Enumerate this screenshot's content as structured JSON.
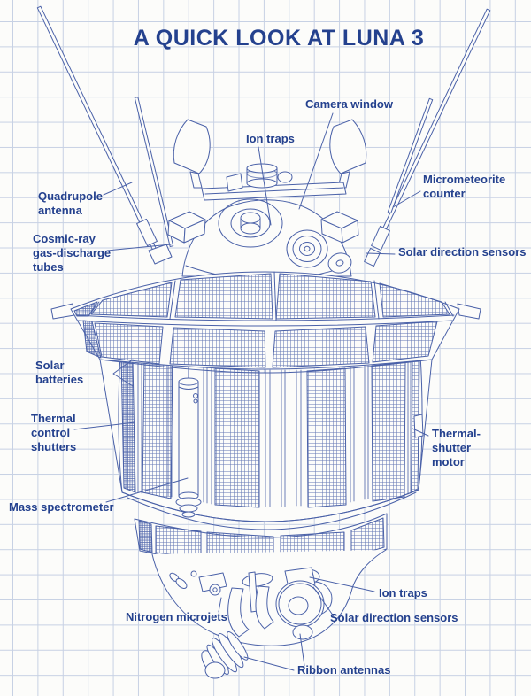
{
  "title": "A QUICK LOOK AT LUNA 3",
  "subject": "Luna 3 spacecraft cutaway blueprint diagram",
  "colors": {
    "bg": "#fcfcfa",
    "grid": "#c7d1e4",
    "ink": "#4a61a8",
    "label": "#24418e"
  },
  "labels": {
    "camera_window": {
      "text": "Camera window"
    },
    "ion_traps_top": {
      "text": "Ion traps"
    },
    "quadrupole_antenna": {
      "text": "Quadrupole\nantenna"
    },
    "micrometeorite": {
      "text": "Micrometeorite\ncounter"
    },
    "cosmic_ray": {
      "text": "Cosmic-ray\ngas-discharge\ntubes"
    },
    "solar_dir_right": {
      "text": "Solar direction sensors"
    },
    "solar_batteries": {
      "text": "Solar\nbatteries"
    },
    "thermal_control": {
      "text": "Thermal\ncontrol\nshutters"
    },
    "thermal_motor": {
      "text": "Thermal-\nshutter\nmotor"
    },
    "mass_spectrometer": {
      "text": "Mass spectrometer"
    },
    "ion_traps_bottom": {
      "text": "Ion traps"
    },
    "nitrogen_microjets": {
      "text": "Nitrogen microjets"
    },
    "solar_dir_bottom": {
      "text": "Solar direction sensors"
    },
    "ribbon_antennas": {
      "text": "Ribbon antennas"
    }
  }
}
